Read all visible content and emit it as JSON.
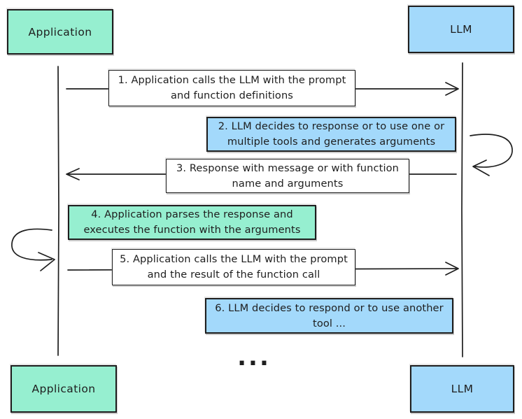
{
  "colors": {
    "ink": "#1e1e1e",
    "teal": "#96efd0",
    "blue": "#a3d9fb",
    "paper": "#ffffff"
  },
  "diagram": {
    "actors": {
      "app_top": {
        "label": "Application"
      },
      "llm_top": {
        "label": "LLM"
      },
      "app_bottom": {
        "label": "Application"
      },
      "llm_bottom": {
        "label": "LLM"
      }
    },
    "messages": [
      {
        "label": "1. Application calls the LLM with the prompt and function definitions",
        "direction": "app-to-llm",
        "fill": "#ffffff"
      },
      {
        "label": "2. LLM decides to response or to use one or multiple tools and generates arguments",
        "direction": "llm-self-loop",
        "fill": "#a3d9fb"
      },
      {
        "label": "3. Response with message or with function name and arguments",
        "direction": "llm-to-app",
        "fill": "#ffffff"
      },
      {
        "label": "4. Application parses the response and executes the function with the arguments",
        "direction": "app-self-loop",
        "fill": "#96efd0"
      },
      {
        "label": "5. Application calls the LLM with the prompt and the result of the function call",
        "direction": "app-to-llm",
        "fill": "#ffffff"
      },
      {
        "label": "6. LLM decides to respond or to use another tool ...",
        "direction": "llm-note",
        "fill": "#a3d9fb"
      }
    ],
    "ellipsis": "..."
  }
}
